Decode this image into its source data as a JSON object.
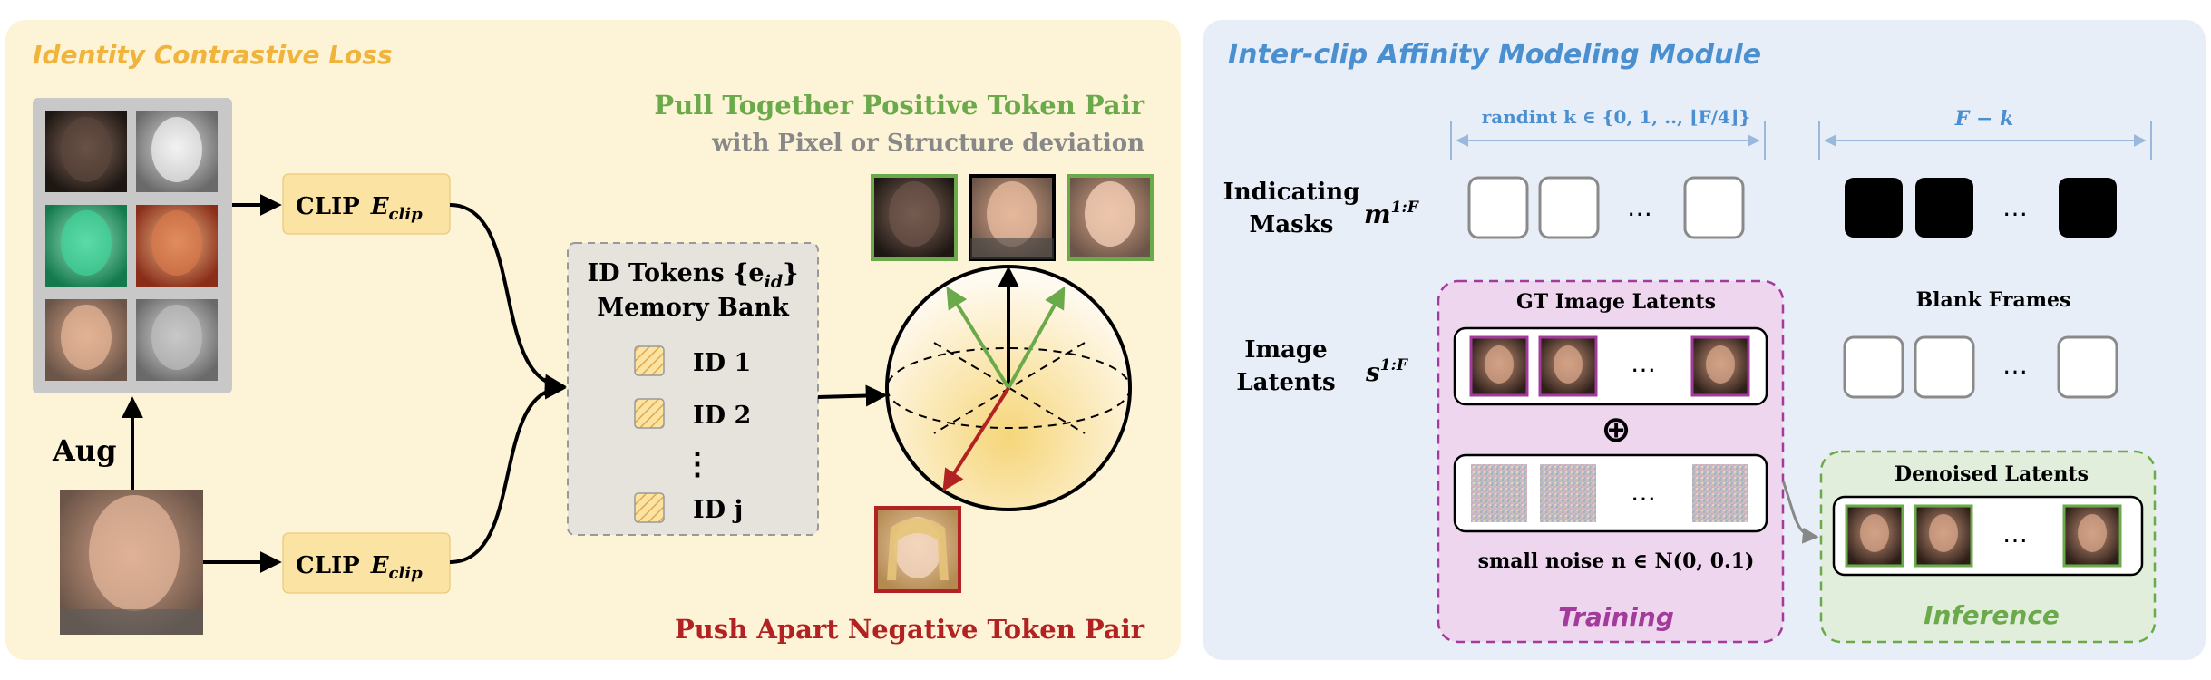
{
  "colors": {
    "left_bg": "#fdf3d6",
    "right_bg": "#e8eef8",
    "orange_title": "#f0b43c",
    "blue_title": "#4a90d0",
    "green": "#6aaa4a",
    "gray_text": "#888888",
    "red": "#b22222",
    "clip_box": "#fbe3a3",
    "memory_box": "#e6e2dc",
    "training_bg": "#efd6ef",
    "training_border": "#a23b9b",
    "inference_bg": "#e2eedc",
    "inference_border": "#6aaa4a"
  },
  "left": {
    "title": "Identity Contrastive Loss",
    "aug_label": "Aug",
    "clip_label": "CLIP",
    "clip_symbol": "E",
    "clip_subscript": "clip",
    "pull_title": "Pull Together Positive Token Pair",
    "pull_subtitle": "with Pixel or Structure deviation",
    "push_title": "Push Apart Negative Token Pair",
    "memory": {
      "title_line1": "ID Tokens {e",
      "title_sub": "id",
      "title_close": "}",
      "title_line2": "Memory Bank",
      "items": [
        "ID  1",
        "ID  2",
        "ID  j"
      ],
      "ellipsis": "⋮"
    }
  },
  "right": {
    "title": "Inter-clip Affinity Modeling Module",
    "randint_label": "randint  k ∈ {0, 1, .., ⌊F/4⌋}",
    "fk_label": "F − k",
    "row1_label_line1": "Indicating",
    "row1_label_line2": "Masks",
    "row1_symbol": "m",
    "row1_sup": "1:F",
    "row2_label_line1": "Image",
    "row2_label_line2": "Latents",
    "row2_symbol": "s",
    "row2_sup": "1:F",
    "gt_latents": "GT Image Latents",
    "blank_frames": "Blank Frames",
    "oplus": "⊕",
    "small_noise": "small noise  n ∈ N(0, 0.1)",
    "training": "Training",
    "inference": "Inference",
    "denoised_latents": "Denoised Latents",
    "ellipsis": "…"
  }
}
